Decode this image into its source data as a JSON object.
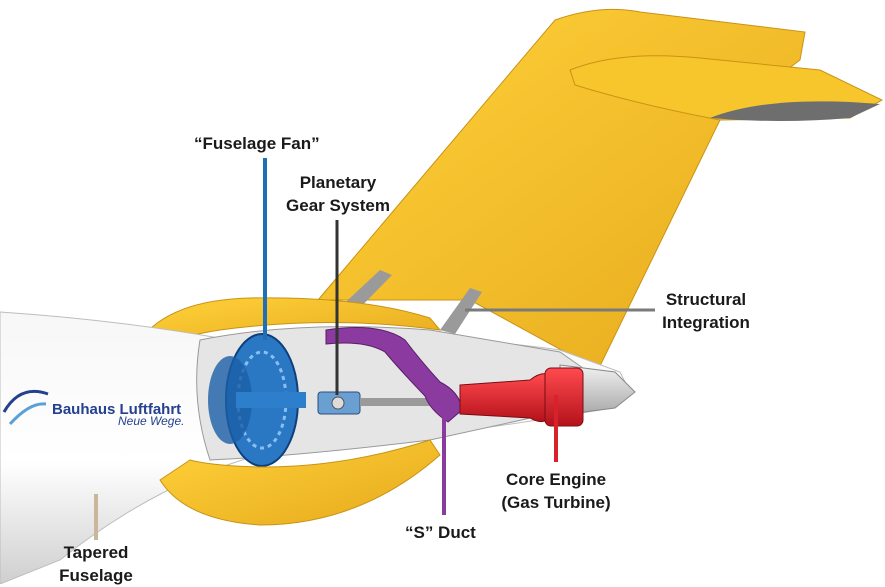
{
  "labels": {
    "fuselage_fan": "“Fuselage Fan”",
    "planetary_gear_line1": "Planetary",
    "planetary_gear_line2": "Gear System",
    "structural_line1": "Structural",
    "structural_line2": "Integration",
    "core_engine_line1": "Core Engine",
    "core_engine_line2": "(Gas Turbine)",
    "s_duct": "“S” Duct",
    "tapered_line1": "Tapered",
    "tapered_line2": "Fuselage"
  },
  "logo": {
    "name": "Bauhaus Luftfahrt",
    "tagline": "Neue Wege."
  },
  "colors": {
    "tail_yellow": "#f5c227",
    "fan_blue": "#1f6fb8",
    "gear_line": "#333333",
    "duct_purple": "#8a3b9e",
    "core_red": "#d9212c",
    "structure_gray": "#7a7a7a",
    "fuselage_line": "#c9b79a"
  }
}
